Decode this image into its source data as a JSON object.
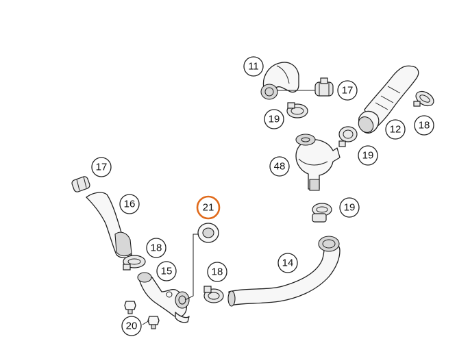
{
  "diagram": {
    "highlight_color": "#e06a1b",
    "callouts": [
      {
        "id": "c11",
        "label": "11"
      },
      {
        "id": "c17a",
        "label": "17"
      },
      {
        "id": "c19a",
        "label": "19"
      },
      {
        "id": "c12",
        "label": "12"
      },
      {
        "id": "c18a",
        "label": "18"
      },
      {
        "id": "c19b",
        "label": "19"
      },
      {
        "id": "c48",
        "label": "48"
      },
      {
        "id": "c19c",
        "label": "19"
      },
      {
        "id": "c17b",
        "label": "17"
      },
      {
        "id": "c16",
        "label": "16"
      },
      {
        "id": "c21",
        "label": "21",
        "highlighted": true
      },
      {
        "id": "c18b",
        "label": "18"
      },
      {
        "id": "c15",
        "label": "15"
      },
      {
        "id": "c18c",
        "label": "18"
      },
      {
        "id": "c14",
        "label": "14"
      },
      {
        "id": "c20",
        "label": "20"
      }
    ]
  }
}
